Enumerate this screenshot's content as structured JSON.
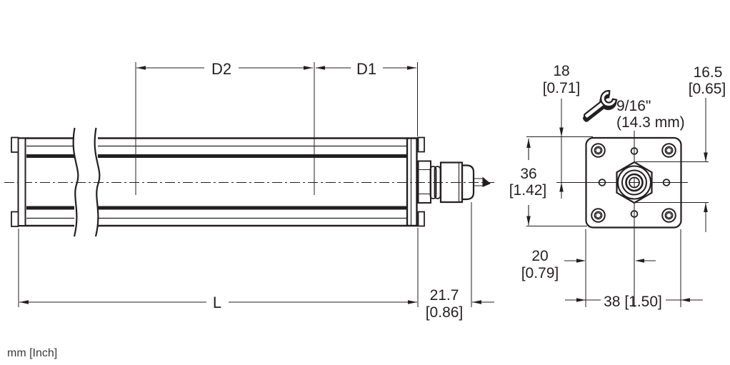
{
  "units_note": "mm [Inch]",
  "dimensions": {
    "d2": "D2",
    "d1": "D1",
    "length": "L",
    "connector_length": {
      "mm": "21.7",
      "inch": "[0.86]"
    },
    "center_offset_18": {
      "mm": "18",
      "inch": "[0.71]"
    },
    "hex_across_corners": {
      "mm": "16.5",
      "inch": "[0.65]"
    },
    "flange_height": {
      "mm": "36",
      "inch": "[1.42]"
    },
    "hole_offset_20": {
      "mm": "20",
      "inch": "[0.79]"
    },
    "flange_width": {
      "combined": "38 [1.50]"
    }
  },
  "wrench": {
    "size_label": "9/16\"",
    "metric_label": "(14.3 mm)"
  },
  "colors": {
    "line": "#231f20",
    "background": "#ffffff"
  }
}
